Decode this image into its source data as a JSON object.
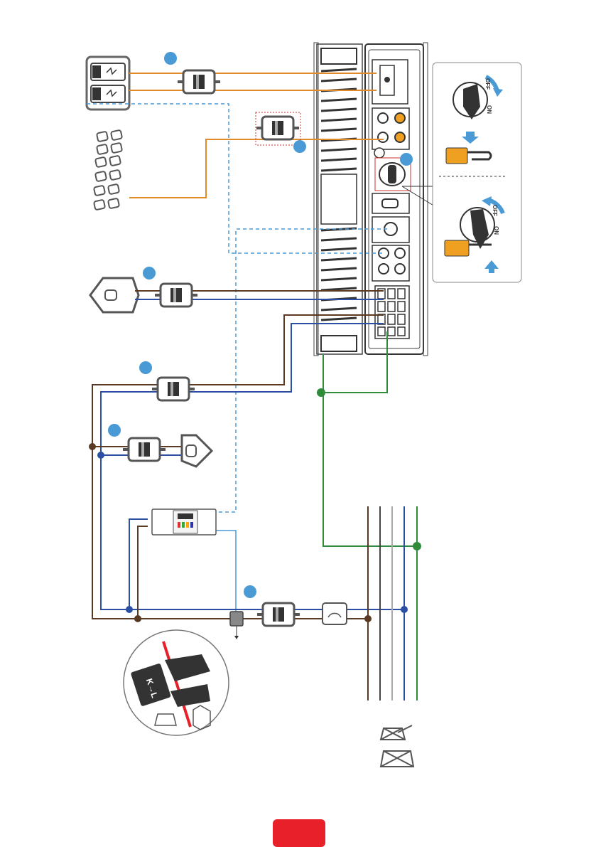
{
  "diagram": {
    "colors": {
      "accent_blue": "#4a9ad6",
      "line_brown": "#5a3a22",
      "line_blue": "#2a4fa3",
      "line_green": "#2e8b3a",
      "line_orange": "#e08a2a",
      "line_dashed": "#4a9ad6",
      "equipment_gray": "#555555",
      "lock_orange": "#f0a020",
      "page_tab_red": "#e8202a"
    },
    "ct_clamp": {
      "label": "K→L"
    },
    "dc_switch": {
      "on_label": "ON",
      "off_label": "OFF"
    },
    "step_markers": [
      "step-battery",
      "step-pv",
      "step-backup-load",
      "step-grid-ac",
      "step-normal-load",
      "step-meter",
      "step-dc-switch"
    ],
    "icons": [
      "battery-icon",
      "pv-panel-icon",
      "house-icon",
      "ac-breaker-icon",
      "smart-meter-icon",
      "ct-icon",
      "energy-meter-icon",
      "grid-tower-icon",
      "padlock-icon",
      "rotary-switch-icon"
    ]
  }
}
